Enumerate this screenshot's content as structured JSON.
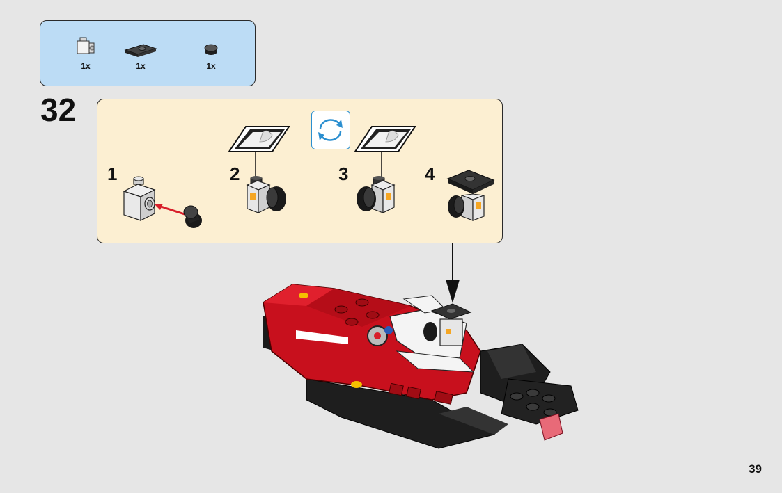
{
  "step": {
    "number": "32"
  },
  "parts": [
    {
      "name": "bracket-brick",
      "qty": "1x"
    },
    {
      "name": "dark-plate",
      "qty": "1x"
    },
    {
      "name": "round-tile",
      "qty": "1x"
    }
  ],
  "substeps": [
    {
      "label": "1"
    },
    {
      "label": "2"
    },
    {
      "label": "3"
    },
    {
      "label": "4"
    }
  ],
  "page": {
    "number": "39"
  },
  "colors": {
    "parts_panel": "#bcdcf5",
    "substep_panel": "#fcefd2",
    "background": "#e6e6e6",
    "arrow_red": "#d81e2a",
    "rotate_blue": "#2b8fd0",
    "car_red": "#c8101d"
  },
  "icons": [
    "rotate-icon",
    "arrow-icon",
    "sticker-icon"
  ]
}
